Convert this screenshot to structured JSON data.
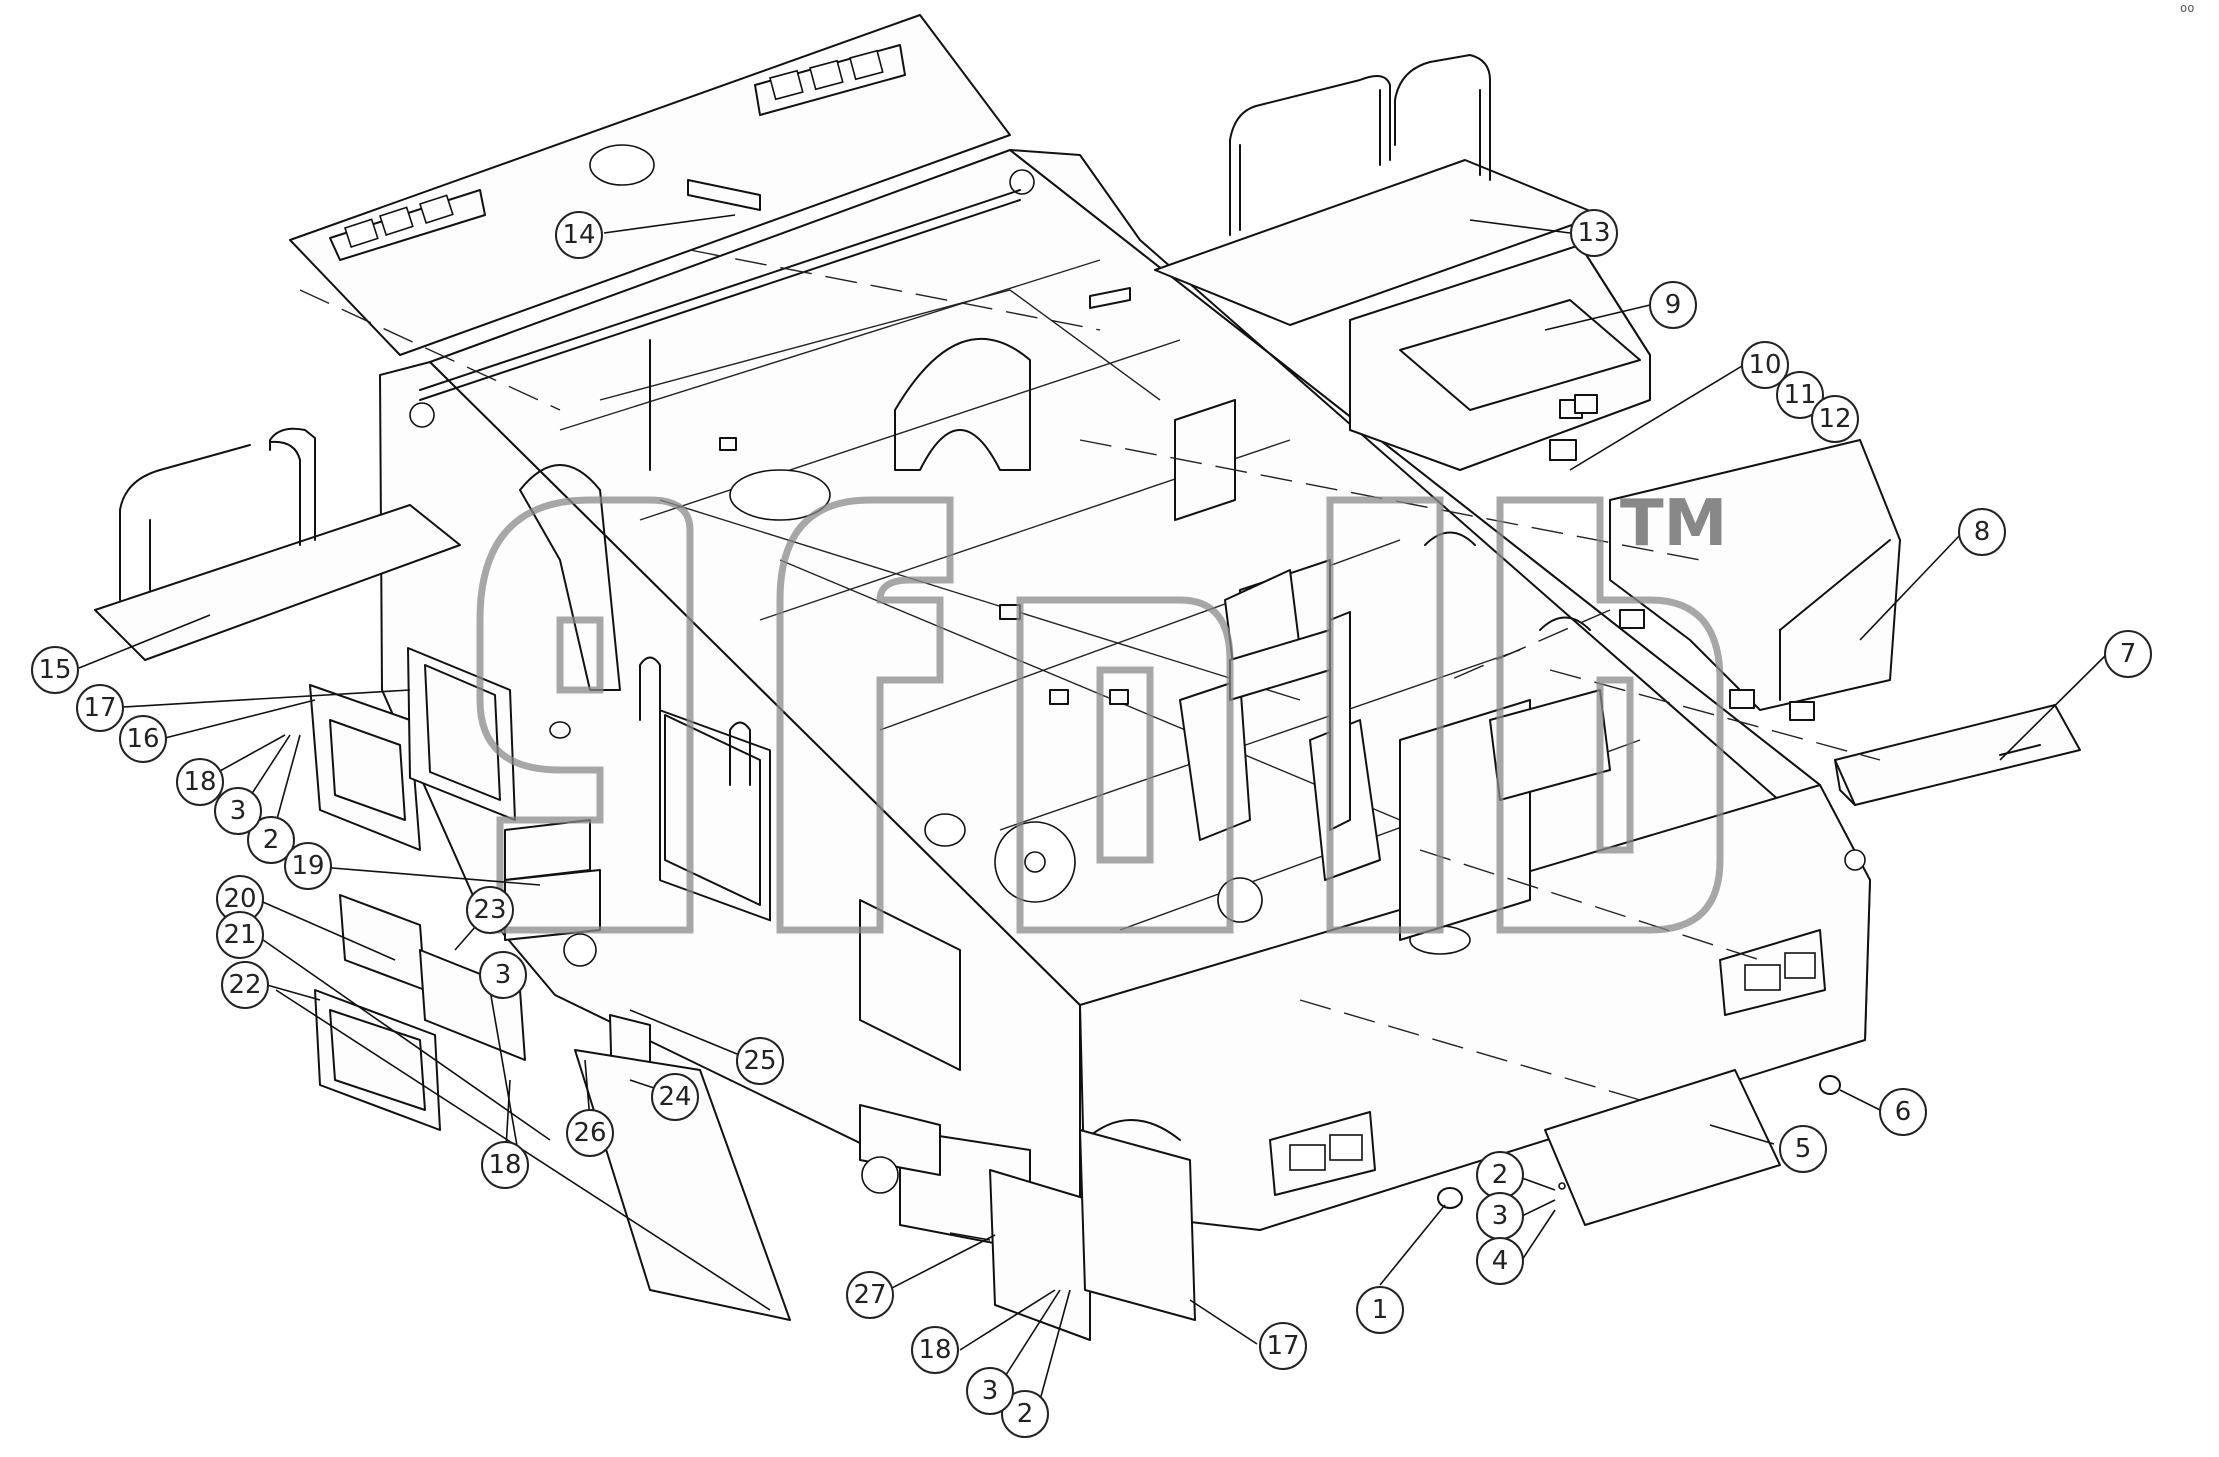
{
  "watermark": {
    "mark": "TM"
  },
  "corner_mark": "oo",
  "callouts": [
    {
      "id": "c1",
      "label": "1"
    },
    {
      "id": "c2a",
      "label": "2"
    },
    {
      "id": "c2b",
      "label": "2"
    },
    {
      "id": "c2c",
      "label": "2"
    },
    {
      "id": "c3a",
      "label": "3"
    },
    {
      "id": "c3b",
      "label": "3"
    },
    {
      "id": "c3c",
      "label": "3"
    },
    {
      "id": "c3d",
      "label": "3"
    },
    {
      "id": "c4",
      "label": "4"
    },
    {
      "id": "c5",
      "label": "5"
    },
    {
      "id": "c6",
      "label": "6"
    },
    {
      "id": "c7",
      "label": "7"
    },
    {
      "id": "c8",
      "label": "8"
    },
    {
      "id": "c9",
      "label": "9"
    },
    {
      "id": "c10",
      "label": "10"
    },
    {
      "id": "c11",
      "label": "11"
    },
    {
      "id": "c12",
      "label": "12"
    },
    {
      "id": "c13",
      "label": "13"
    },
    {
      "id": "c14",
      "label": "14"
    },
    {
      "id": "c15",
      "label": "15"
    },
    {
      "id": "c16",
      "label": "16"
    },
    {
      "id": "c17a",
      "label": "17"
    },
    {
      "id": "c17b",
      "label": "17"
    },
    {
      "id": "c18a",
      "label": "18"
    },
    {
      "id": "c18b",
      "label": "18"
    },
    {
      "id": "c18c",
      "label": "18"
    },
    {
      "id": "c19",
      "label": "19"
    },
    {
      "id": "c20",
      "label": "20"
    },
    {
      "id": "c21",
      "label": "21"
    },
    {
      "id": "c22",
      "label": "22"
    },
    {
      "id": "c23",
      "label": "23"
    },
    {
      "id": "c24",
      "label": "24"
    },
    {
      "id": "c25",
      "label": "25"
    },
    {
      "id": "c26",
      "label": "26"
    },
    {
      "id": "c27",
      "label": "27"
    }
  ]
}
